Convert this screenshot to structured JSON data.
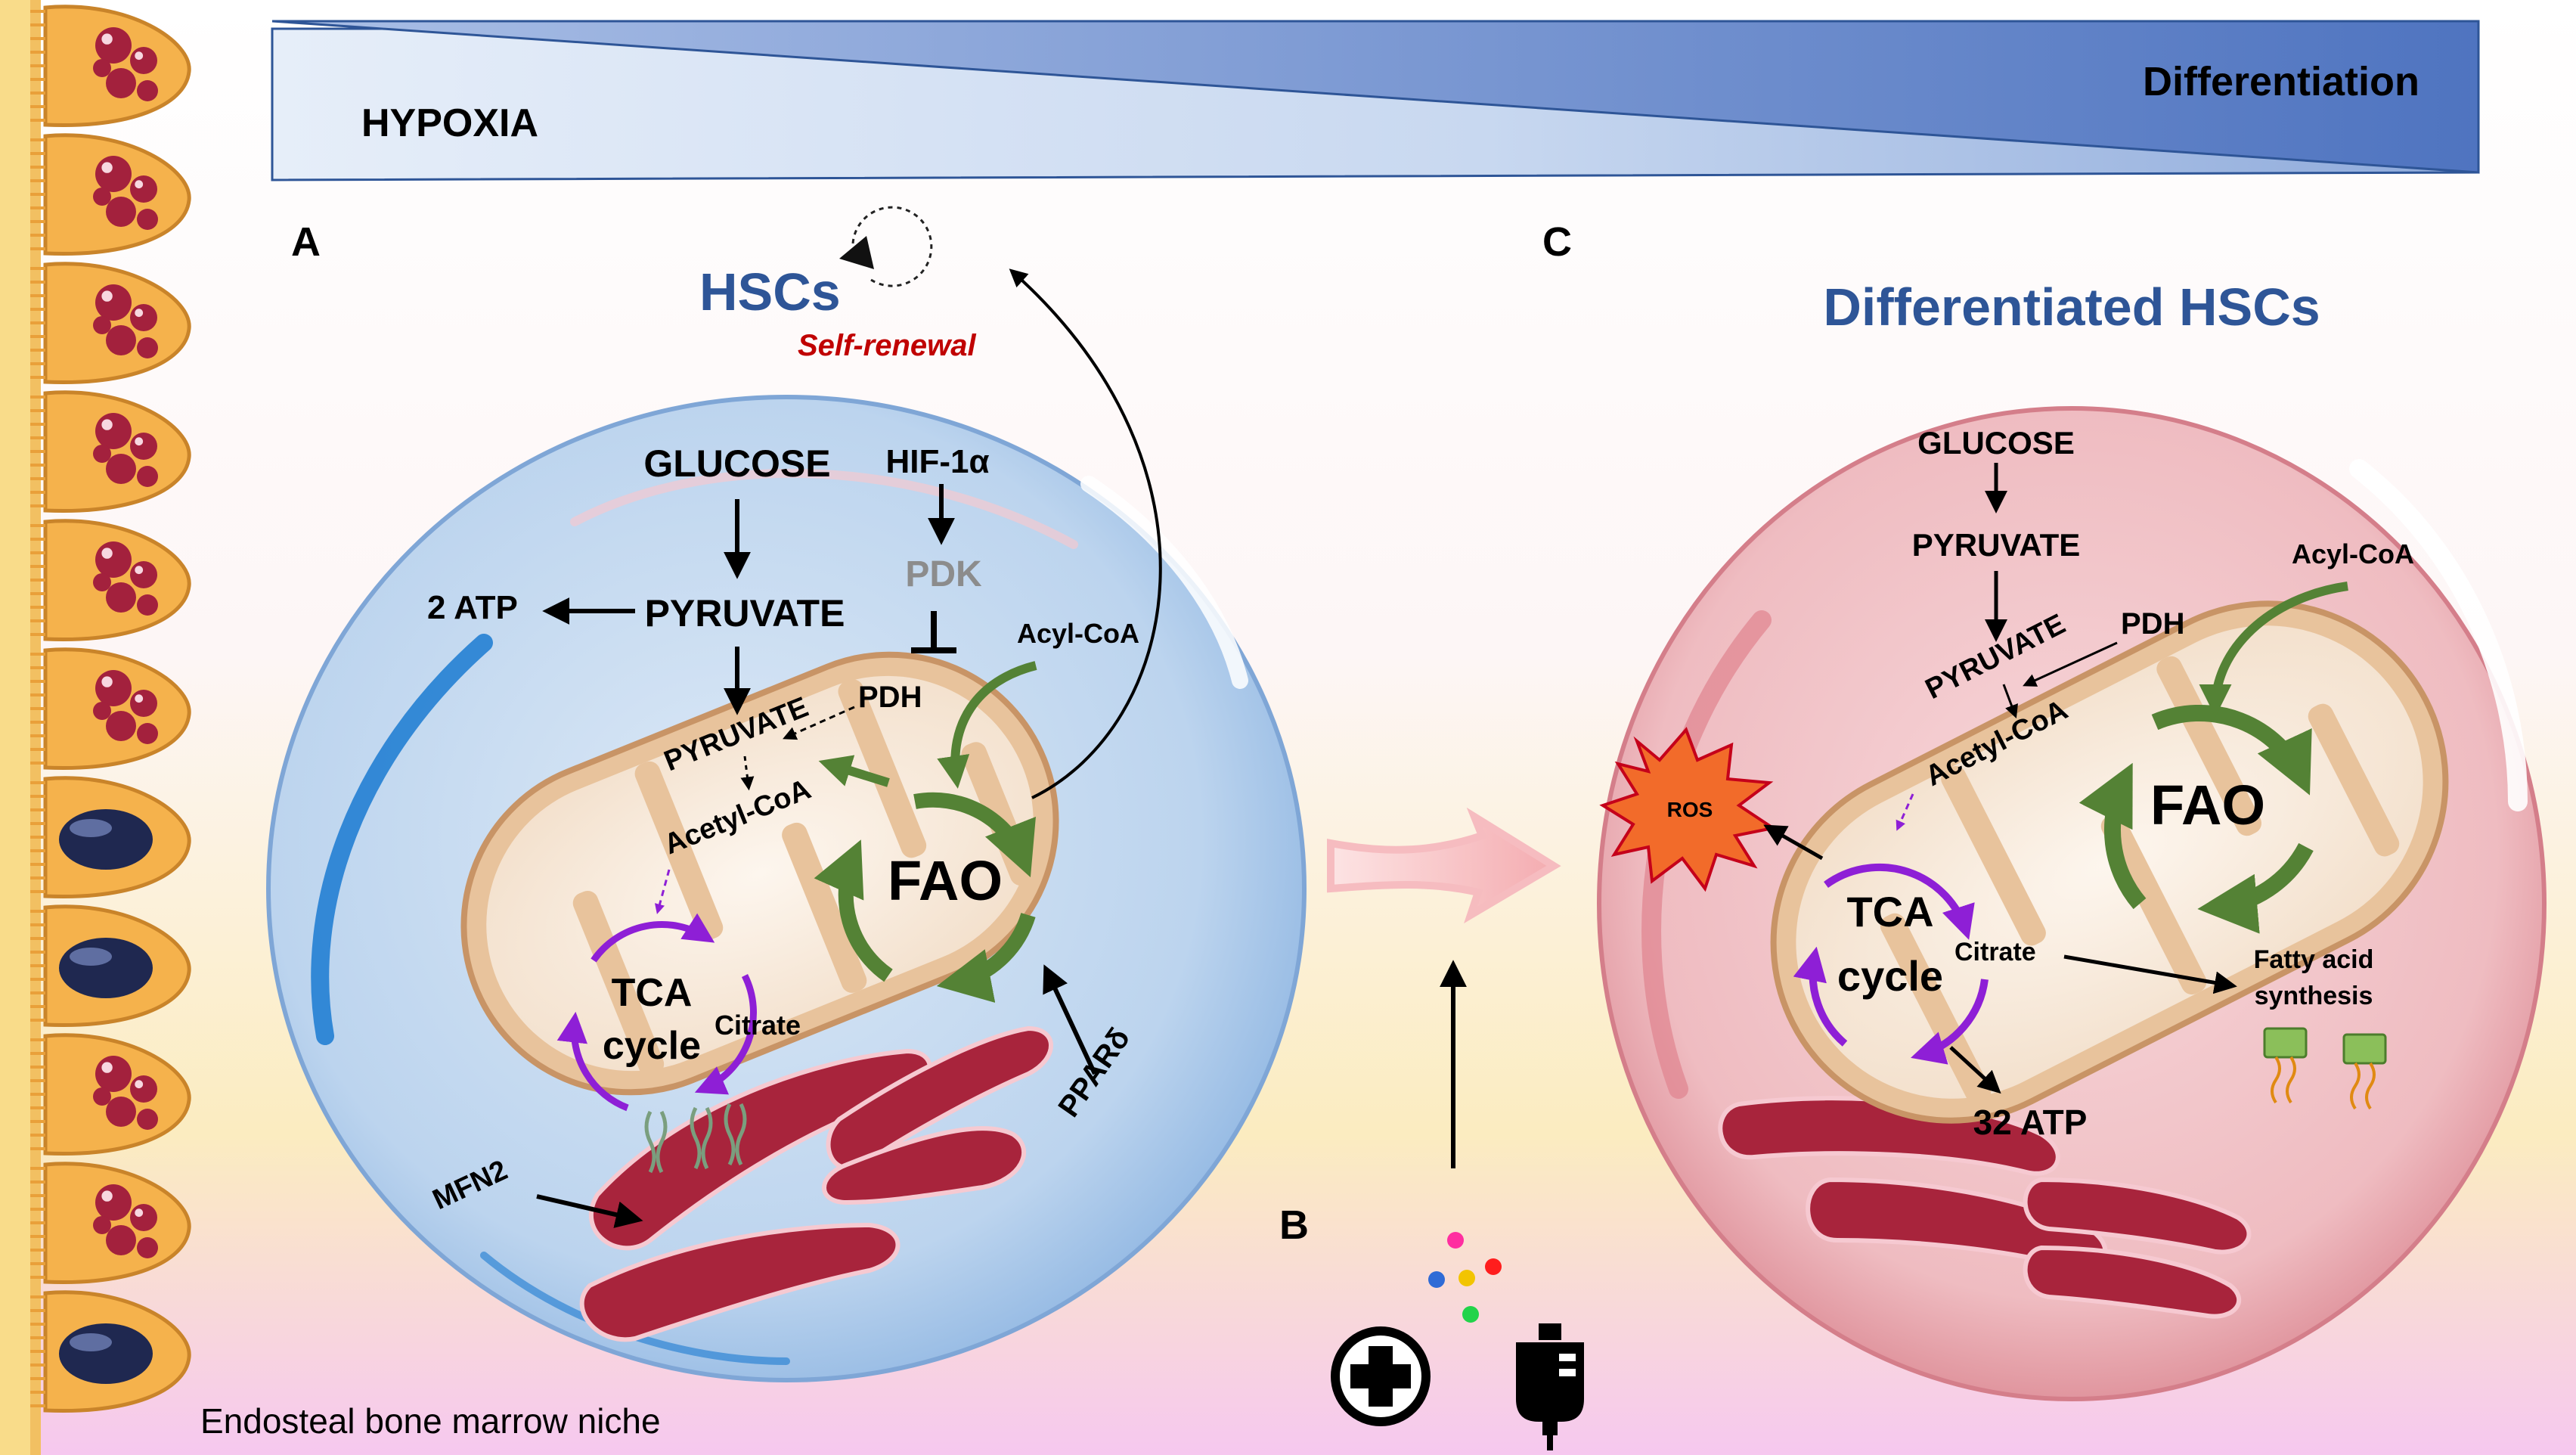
{
  "banner": {
    "left_label": "HYPOXIA",
    "right_label": "Differentiation"
  },
  "panels": {
    "a_letter": "A",
    "b_letter": "B",
    "c_letter": "C"
  },
  "panel_a": {
    "title": "HSCs",
    "self_renewal": "Self-renewal",
    "glucose": "GLUCOSE",
    "hif": "HIF-1α",
    "pdk": "PDK",
    "atp": "2 ATP",
    "pyruvate_cyto": "PYRUVATE",
    "pyruvate_mito": "PYRUVATE",
    "pdh": "PDH",
    "acyl_coa": "Acyl-CoA",
    "acetyl_coa": "Acetyl-CoA",
    "fao": "FAO",
    "tca_line1": "TCA",
    "tca_line2": "cycle",
    "citrate": "Citrate",
    "ppar": "PPARδ",
    "mfn2": "MFN2"
  },
  "panel_c": {
    "title": "Differentiated HSCs",
    "glucose": "GLUCOSE",
    "pyruvate_cyto": "PYRUVATE",
    "acyl_coa": "Acyl-CoA",
    "pyruvate_mito": "PYRUVATE",
    "pdh": "PDH",
    "acetyl_coa": "Acetyl-CoA",
    "fao": "FAO",
    "ros": "ROS",
    "tca_line1": "TCA",
    "tca_line2": "cycle",
    "citrate": "Citrate",
    "fatty_line1": "Fatty acid",
    "fatty_line2": "synthesis",
    "atp": "32 ATP"
  },
  "niche_label": "Endosteal bone marrow niche",
  "colors": {
    "title_blue": "#2e5597",
    "self_renewal_red": "#c00000",
    "fao_green": "#548235",
    "tca_purple": "#8e1fd6",
    "pdk_gray": "#8c8c8c",
    "ros_orange": "#f26b2a"
  }
}
